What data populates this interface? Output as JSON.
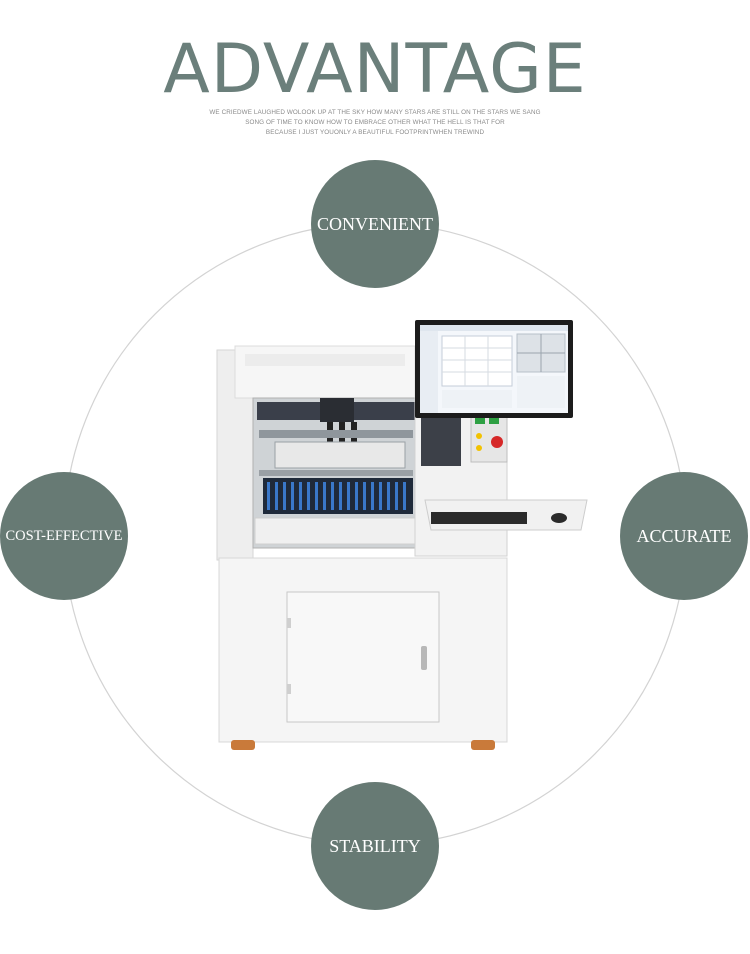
{
  "header": {
    "title": "ADVANTAGE",
    "tagline_lines": [
      "WE CRIEDWE LAUGHED WOLOOK UP AT THE SKY HOW MANY STARS ARE STILL ON THE STARS WE SANG",
      "SONG OF TIME TO KNOW HOW TO EMBRACE OTHER WHAT THE HELL IS THAT FOR",
      "BECAUSE I JUST YOUONLY A BEAUTIFUL FOOTPRINTWHEN TREWIND"
    ]
  },
  "advantages": {
    "top": "CONVENIENT",
    "left": "COST-EFFECTIVE",
    "right": "ACCURATE",
    "bottom": "STABILITY"
  },
  "colors": {
    "badge": "#677a74",
    "title": "#6b7f7b",
    "ring": "#d3d3d3"
  },
  "icons": {
    "product": "pick-and-place-machine-photo"
  }
}
